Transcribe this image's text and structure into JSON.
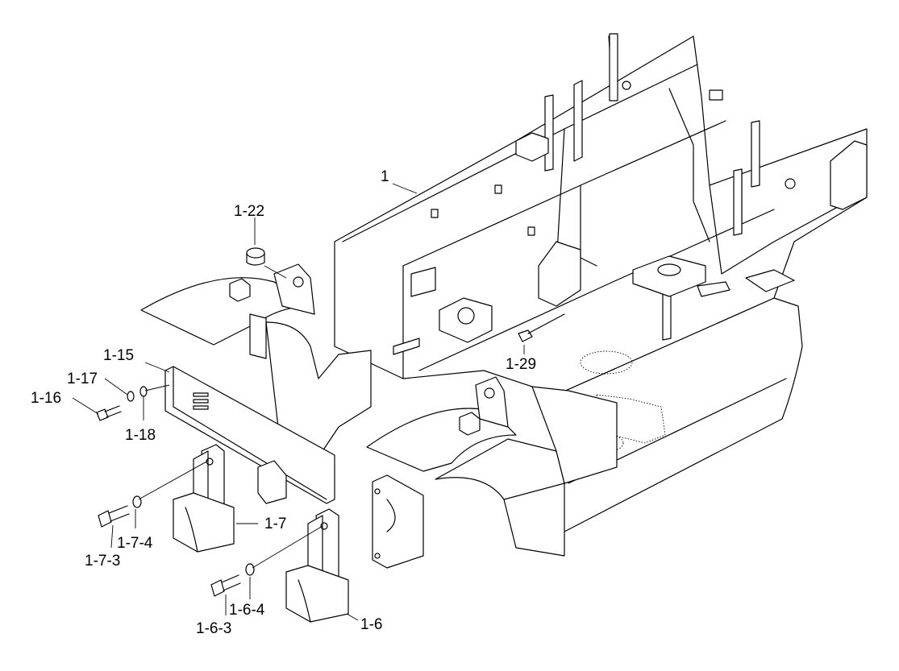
{
  "diagram": {
    "labels": {
      "main_frame": "1",
      "bushing": "1-22",
      "plate": "1-15",
      "washer_17": "1-17",
      "bolt_16": "1-16",
      "washer_18": "1-18",
      "fitting": "1-29",
      "block_7": "1-7",
      "washer_7_4": "1-7-4",
      "bolt_7_3": "1-7-3",
      "block_6": "1-6",
      "washer_6_4": "1-6-4",
      "bolt_6_3": "1-6-3"
    }
  }
}
